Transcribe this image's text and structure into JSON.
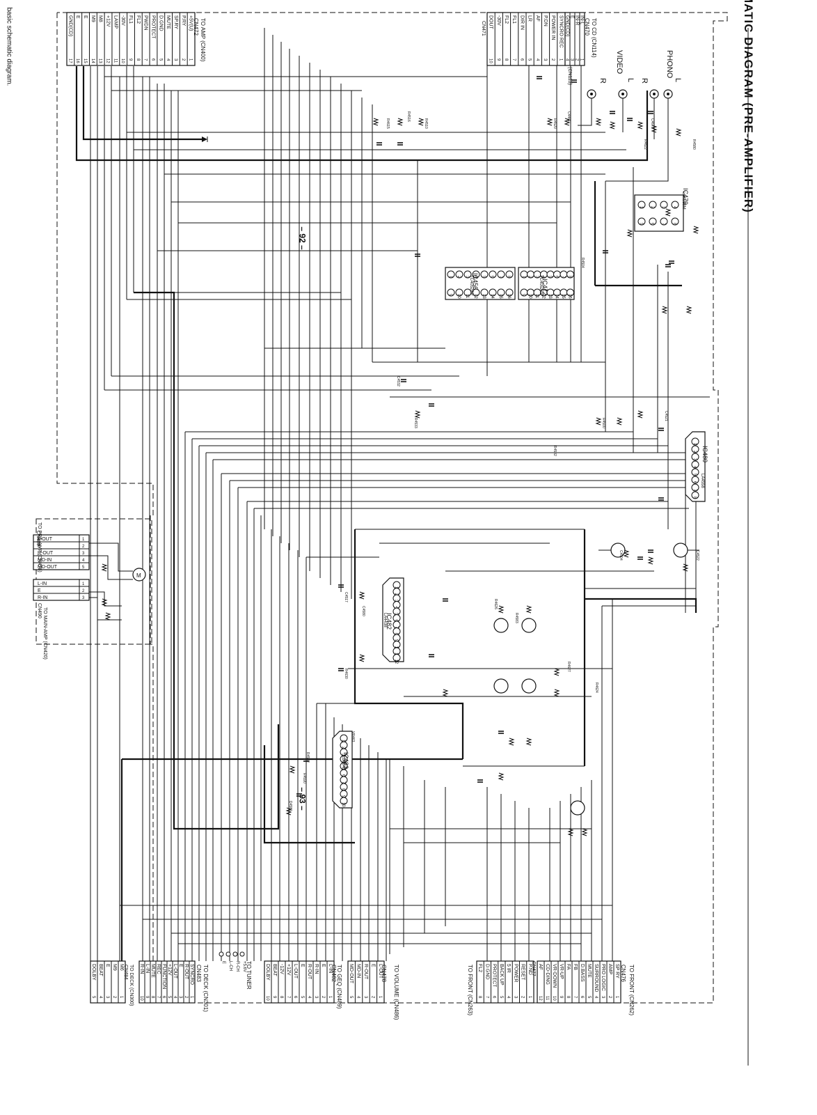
{
  "page": {
    "title": "MATIC  DIAGRAM  (PRE-AMPLIFIER)",
    "left_note": "basic schematic diagram.",
    "page_left": "– 92 –",
    "page_right": "– 93 –"
  },
  "connectors": {
    "cn472": {
      "title": "TO AMP (CN400)",
      "ref": "CN472",
      "pins": [
        "+5V(U)",
        "P.RY",
        "SP.RY",
        "MUTE",
        "D.GND",
        "PROTECT",
        "PWDN",
        "FL2",
        "FL1",
        "-30V",
        "LAMP",
        "+12V",
        "M8",
        "M9",
        "E",
        "E",
        "GND(CD)"
      ]
    },
    "cn471": {
      "title": "",
      "ref": "CN471",
      "pins": [
        "SYNCRO REC",
        "POWER IN",
        "P.DN",
        "AF",
        "LR",
        "DIR IN",
        "FL1",
        "FL2",
        "-30V",
        "DOUT"
      ]
    },
    "cn470": {
      "title": "TO CD (CN114)",
      "ref": "CN470",
      "pins": [
        "IN-L",
        "IN-R",
        "E",
        "GND(CD)"
      ]
    },
    "cn113": {
      "title": "(CN113)",
      "ref": ""
    },
    "cn486": {
      "title": "TO PRE-AMP (CN478)",
      "ref": "CN486",
      "pins": [
        "L-OUT",
        "E",
        "R-OUT",
        "MD-IN",
        "MD-OUT"
      ]
    },
    "cn490": {
      "title": "TO MAIN-AMP (CN420)",
      "ref": "CN490",
      "pins": [
        "L-IN",
        "E",
        "R-IN"
      ]
    },
    "cn484": {
      "title": "TO DECK (CN300)",
      "ref": "CN484",
      "pins": [
        "M6",
        "M9",
        "E",
        "BEAT",
        "DOLBY"
      ]
    },
    "cn483": {
      "title": "TO DECK (CN301)",
      "ref": "CN483",
      "pins": [
        "SYNCRO",
        "R-OUT",
        "E",
        "L-OUT",
        "+12V",
        "FUNCTION",
        "REC",
        "MUTE",
        "L-IN",
        "R-IN"
      ]
    },
    "tuner": {
      "title": "TO TUNER",
      "ref": "",
      "pins": [
        "E",
        "L-CH",
        "R-CH",
        "+5.6V"
      ]
    },
    "cn482": {
      "title": "TO GEQ (CN489)",
      "ref": "CN482",
      "pins": [
        "L-IN",
        "E",
        "R-IN",
        "R-OUT",
        "E",
        "L-OUT",
        "+12V",
        "-12V",
        "BEAT",
        "DOLBY"
      ]
    },
    "cn478": {
      "title": "TO VOLUME (CN486)",
      "ref": "CN478",
      "pins": [
        "L-OUT",
        "E",
        "R-OUT",
        "MD-IN",
        "MD-OUT"
      ]
    },
    "cn477": {
      "title": "TO FRONT (CN263)",
      "ref": "CN477",
      "pins": [
        "P.ND",
        "RESET",
        "POWER",
        "5 IR",
        "BACK UP",
        "PROTECT",
        "D.GND",
        "FL2"
      ]
    },
    "cn476": {
      "title": "TO FRONT (CN262)",
      "ref": "CN476",
      "pins": [
        "SP RY",
        "AMP",
        "PRO LOGIC",
        "SURROUND",
        "MUTE",
        "D.BASS",
        "FB",
        "FA",
        "VR-UP",
        "VR-DOWN",
        "CD-DING",
        "AF"
      ]
    }
  },
  "jacks": {
    "video": "VIDEO",
    "phono": "PHONO",
    "l": "L",
    "r": "R"
  },
  "ics": {
    "ic479": {
      "ref": "IC479",
      "part": "LA4558M"
    },
    "ic456": {
      "ref": "IC456",
      "part": "TC4052BP"
    },
    "ic472": {
      "ref": "IC472",
      "part": "TC4052BP"
    },
    "ic480": {
      "ref": "IC480",
      "part": "LA4558"
    },
    "ic482": {
      "ref": "IC482",
      "part": "LA4438"
    },
    "ic483": {
      "ref": "IC483",
      "part": "LB1641"
    }
  },
  "parts": [
    "R4615",
    "R4516",
    "R4510",
    "R4520",
    "C4461",
    "C4670",
    "C4521",
    "R4500",
    "R4502",
    "C4504",
    "C4522",
    "R4626",
    "R4583",
    "C4580",
    "C4517",
    "R4627",
    "R4624",
    "R4630",
    "VR463",
    "R4590",
    "D4581",
    "R4532",
    "R4533",
    "C4532",
    "R4580",
    "R4622",
    "R4504"
  ]
}
